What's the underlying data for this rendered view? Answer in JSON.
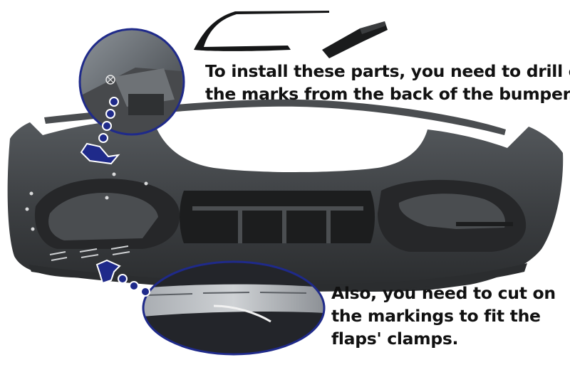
{
  "instructions": {
    "top_lines": [
      "To install these parts, you need to drill on",
      "the marks from the back of the bumper."
    ],
    "bottom_lines": [
      "Also, you need to cut on",
      "the markings to fit the",
      "flaps' clamps."
    ]
  },
  "colors": {
    "bumper": "#3c3f42",
    "bumper_dark": "#26282a",
    "callout_border": "#1f2a8a",
    "arrow_fill": "#1f2a8a",
    "text": "#111111"
  },
  "icons": {
    "top_arrow": "dotted-arrow-down-left-icon",
    "bottom_arrow": "dotted-arrow-up-left-icon"
  }
}
